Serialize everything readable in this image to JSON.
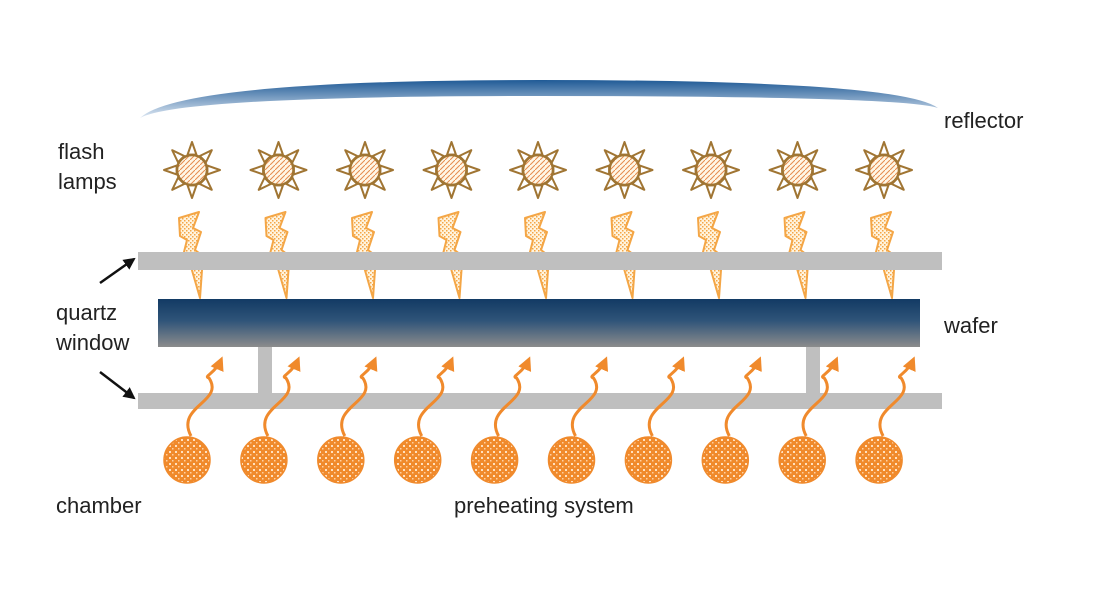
{
  "labels": {
    "reflector": "reflector",
    "flash_lamps_line1": "flash",
    "flash_lamps_line2": "lamps",
    "quartz_window_line1": "quartz",
    "quartz_window_line2": "window",
    "wafer": "wafer",
    "chamber": "chamber",
    "preheating_system": "preheating system"
  },
  "counts": {
    "flash_lamps": 9,
    "preheating_heaters": 10
  },
  "colors": {
    "reflector_dark": "#1f5a96",
    "reflector_light": "#dfe9f4",
    "lamp_outline": "#a07533",
    "lamp_fill": "#fff7e6",
    "lamp_pattern": "#e58c4d",
    "flash_outline": "#f4a646",
    "quartz_window": "#bfbfbf",
    "wafer_top": "#123a64",
    "wafer_bottom": "#8c8c8c",
    "heater": "#f08a2c",
    "arrow_black": "#111111"
  }
}
